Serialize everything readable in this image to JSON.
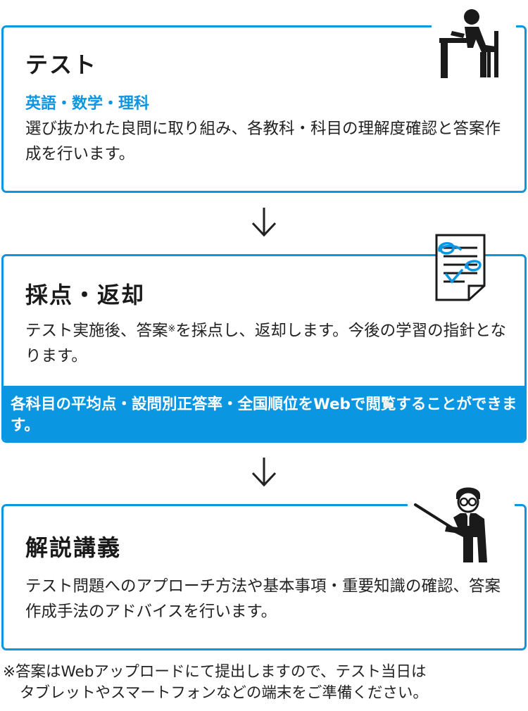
{
  "steps": [
    {
      "title": "テスト",
      "subject": "英語・数学・理科",
      "description": "選び抜かれた良問に取り組み、各教科・科目の理解度確認と答案作成を行います。",
      "icon": "student-at-desk-icon"
    },
    {
      "title": "採点・返却",
      "description_pre": "テスト実施後、答案",
      "description_mark": "※",
      "description_post": "を採点し、返却します。今後の学習の指針となります。",
      "highlight": "各科目の平均点・設問別正答率・全国順位をWebで閲覧することができます。",
      "icon": "graded-paper-icon"
    },
    {
      "title": "解説講義",
      "description": "テスト問題へのアプローチ方法や基本事項・重要知識の確認、答案作成手法のアドバイスを行います。",
      "icon": "lecturer-pointing-icon"
    }
  ],
  "footnote": {
    "line1": "※答案はWebアップロードにて提出しますので、テスト当日は",
    "line2": "タブレットやスマートフォンなどの端末をご準備ください。"
  },
  "colors": {
    "accent": "#0a96e0",
    "text": "#222222",
    "icon": "#1a1a1a"
  }
}
